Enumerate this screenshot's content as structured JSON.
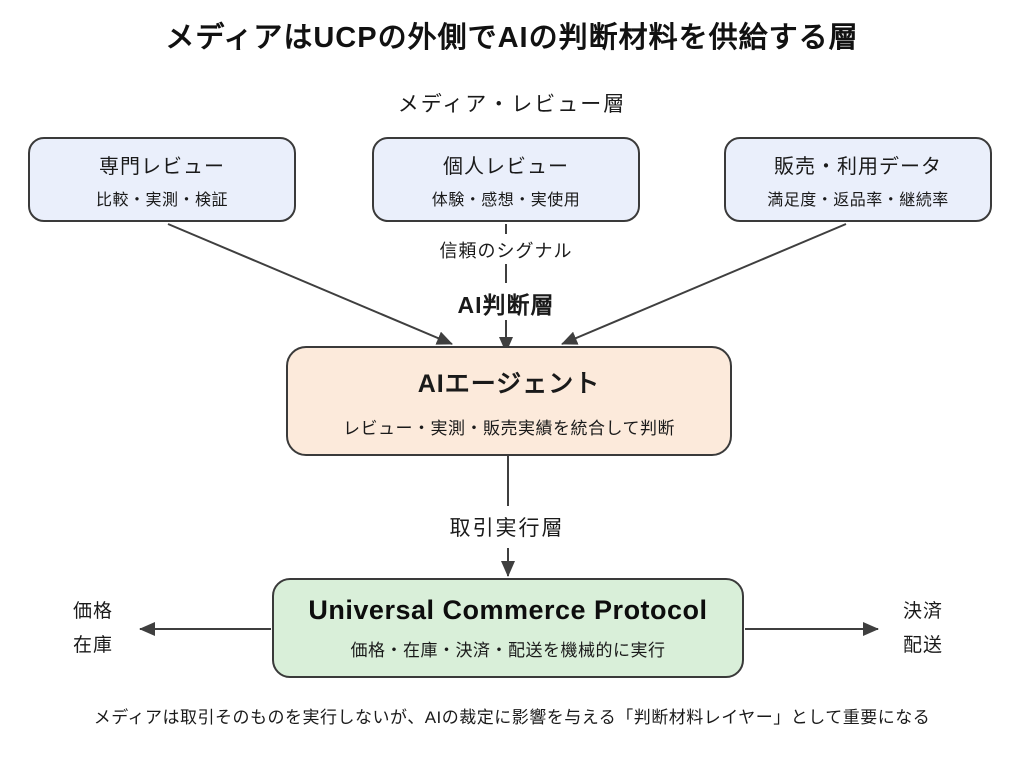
{
  "title": "メディアはUCPの外側でAIの判断材料を供給する層",
  "layers": {
    "media_review": "メディア・レビュー層",
    "trust_signal": "信頼のシグナル",
    "ai_judgment": "AI判断層",
    "transaction_execution": "取引実行層"
  },
  "source_boxes": [
    {
      "title": "専門レビュー",
      "subtitle": "比較・実測・検証"
    },
    {
      "title": "個人レビュー",
      "subtitle": "体験・感想・実使用"
    },
    {
      "title": "販売・利用データ",
      "subtitle": "満足度・返品率・継続率"
    }
  ],
  "ai_agent_box": {
    "title": "AIエージェント",
    "subtitle": "レビュー・実測・販売実績を統合して判断"
  },
  "ucp_box": {
    "title": "Universal Commerce Protocol",
    "subtitle": "価格・在庫・決済・配送を機械的に実行"
  },
  "side_labels": {
    "left": [
      "価格",
      "在庫"
    ],
    "right": [
      "決済",
      "配送"
    ]
  },
  "footnote": "メディアは取引そのものを実行しないが、AIの裁定に影響を与える「判断材料レイヤー」として重要になる",
  "colors": {
    "source_box_fill": "#eaeffb",
    "ai_agent_box_fill": "#fceadb",
    "ucp_box_fill": "#d9efd9",
    "node_border": "#3a3a3a",
    "connector": "#3f3f3f",
    "text": "#1a1a1a",
    "background": "#ffffff"
  }
}
